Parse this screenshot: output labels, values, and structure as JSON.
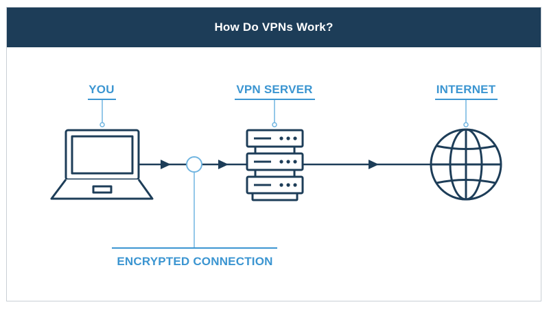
{
  "title": "How Do VPNs Work?",
  "nodes": {
    "you": "YOU",
    "vpn_server": "VPN SERVER",
    "internet": "INTERNET",
    "encrypted_connection": "ENCRYPTED CONNECTION"
  },
  "colors": {
    "header_bg": "#1d3d58",
    "icon_stroke": "#1d3d58",
    "label": "#3b95d1",
    "callout_line": "#6fb4e0"
  },
  "icons": [
    "laptop-icon",
    "server-icon",
    "globe-icon",
    "arrow-icon",
    "node-circle-icon"
  ]
}
